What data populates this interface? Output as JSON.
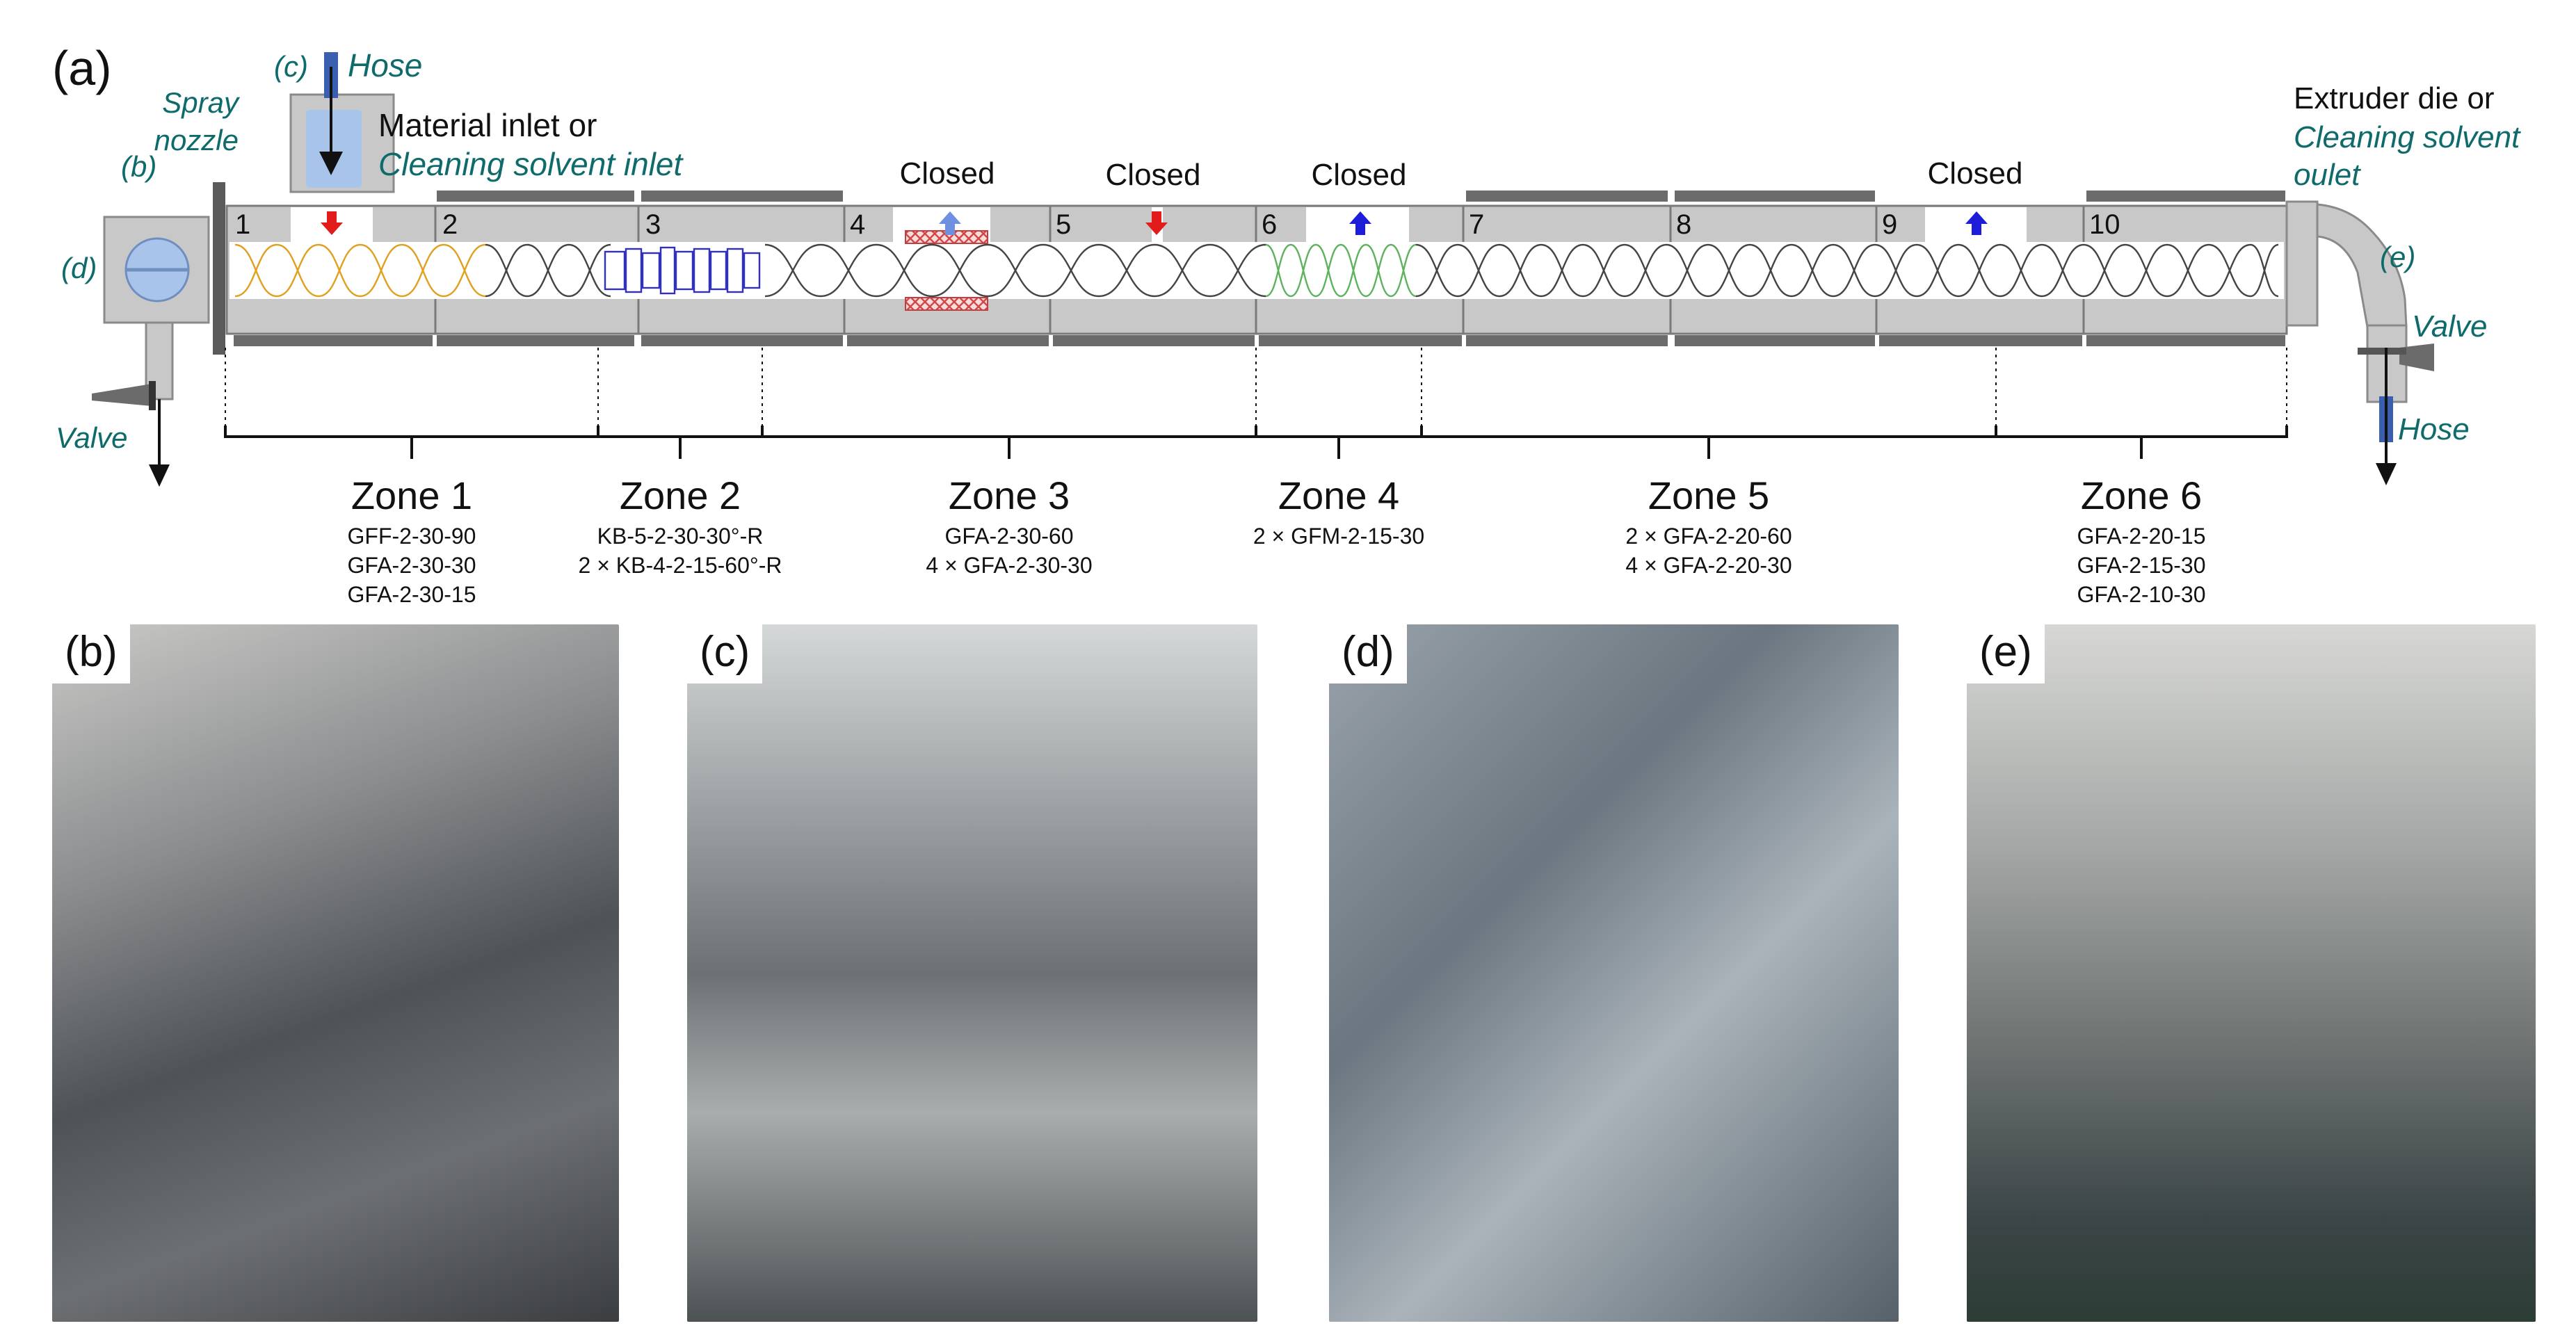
{
  "panel_label_a": "(a)",
  "callouts": {
    "b": "(b)",
    "c": "(c)",
    "d": "(d)",
    "e": "(e)",
    "hose_top": "Hose",
    "spray_1": "Spray",
    "spray_2": "nozzle",
    "inlet_1": "Material inlet or",
    "inlet_2": "Cleaning solvent inlet",
    "die_1": "Extruder die or",
    "die_2": "Cleaning solvent",
    "die_3": "oulet",
    "valve_left": "Valve",
    "valve_right": "Valve",
    "hose_right": "Hose"
  },
  "barrel_numbers": [
    "1",
    "2",
    "3",
    "4",
    "5",
    "6",
    "7",
    "8",
    "9",
    "10"
  ],
  "closed_labels": [
    "Closed",
    "Closed",
    "Closed",
    "Closed"
  ],
  "zones": [
    {
      "name": "Zone 1",
      "elements": [
        "GFF-2-30-90",
        "GFA-2-30-30",
        "GFA-2-30-15"
      ]
    },
    {
      "name": "Zone 2",
      "elements": [
        "KB-5-2-30-30°-R",
        "2 × KB-4-2-15-60°-R"
      ]
    },
    {
      "name": "Zone 3",
      "elements": [
        "GFA-2-30-60",
        "4 × GFA-2-30-30"
      ]
    },
    {
      "name": "Zone 4",
      "elements": [
        "2 × GFM-2-15-30"
      ]
    },
    {
      "name": "Zone 5",
      "elements": [
        "2 × GFA-2-20-60",
        "4 × GFA-2-20-30"
      ]
    },
    {
      "name": "Zone 6",
      "elements": [
        "GFA-2-20-15",
        "GFA-2-15-30",
        "GFA-2-10-30"
      ]
    }
  ],
  "photos": [
    {
      "label": "(b)"
    },
    {
      "label": "(c)"
    },
    {
      "label": "(d)"
    },
    {
      "label": "(e)"
    }
  ],
  "colors": {
    "teal": "#0f6b6b",
    "barrel_gray": "#c8c8c8",
    "bar_dark": "#6b6b6b",
    "feed_red": "#e21b1b",
    "vent_blue": "#1c1cd9",
    "vent_light": "#6f8fe0",
    "hose_blue": "#3a5fb0",
    "kneading": "#3030c8",
    "conveying_orange": "#e0a020",
    "mixing_green": "#5db35d"
  }
}
